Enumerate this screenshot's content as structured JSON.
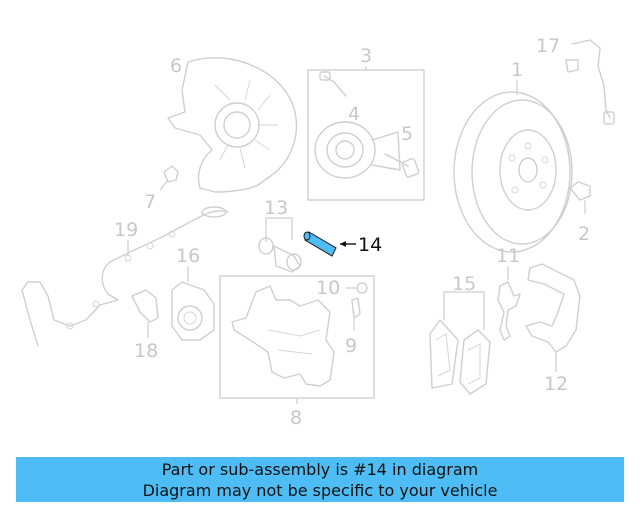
{
  "callouts": {
    "n1": "1",
    "n2": "2",
    "n3": "3",
    "n4": "4",
    "n5": "5",
    "n6": "6",
    "n7": "7",
    "n8": "8",
    "n9": "9",
    "n10": "10",
    "n11": "11",
    "n12": "12",
    "n13": "13",
    "n14": "14",
    "n15": "15",
    "n16": "16",
    "n17": "17",
    "n18": "18",
    "n19": "19"
  },
  "highlight": {
    "part_number": "14",
    "color": "#4fbdf5"
  },
  "banner": {
    "line1": "Part or sub-assembly is #14 in diagram",
    "line2": "Diagram may not be specific to your vehicle",
    "background": "#4fbdf5"
  }
}
